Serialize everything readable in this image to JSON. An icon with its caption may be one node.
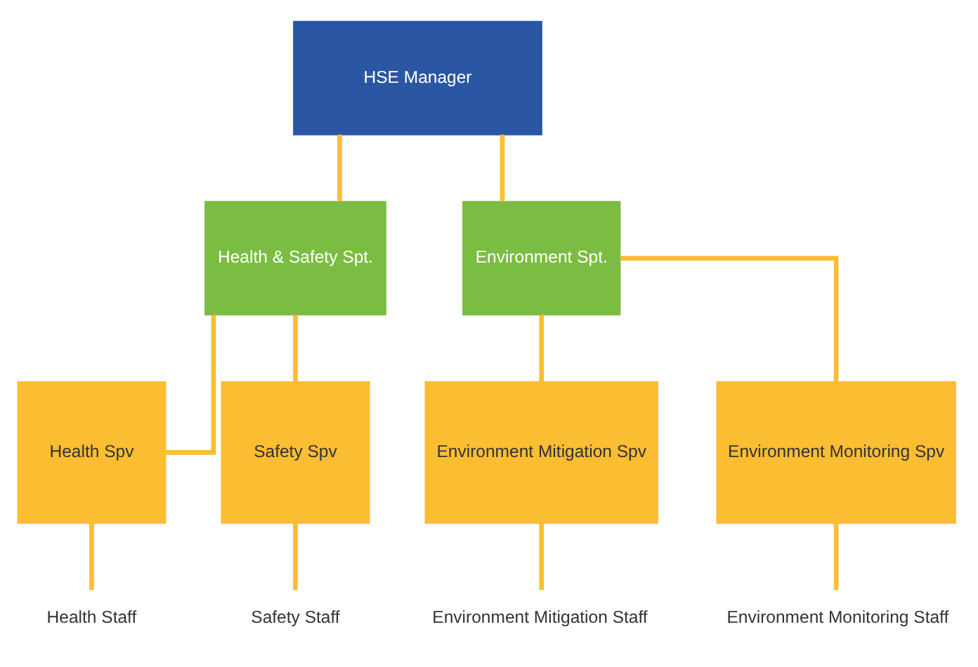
{
  "diagram": {
    "nodes": [
      {
        "text": [
          "HSE Manager"
        ]
      },
      {
        "text": [
          "Health & Safety Spt."
        ]
      },
      {
        "text": [
          "Environment Spt."
        ]
      },
      {
        "text": [
          "Health Spv"
        ]
      },
      {
        "text": [
          "Safety Spv"
        ]
      },
      {
        "text": [
          "Environment Mitigation Spv"
        ]
      },
      {
        "text": [
          "Environment Monitoring Spv"
        ]
      },
      {
        "text": [
          "Health Staff"
        ]
      },
      {
        "text": [
          "Safety Staff"
        ]
      },
      {
        "text": [
          "Environment Mitigation Staff"
        ]
      },
      {
        "text": [
          "Environment Monitoring Staff"
        ]
      }
    ],
    "edges": [
      {
        "from": 0,
        "to": 1,
        "arrow": "none"
      },
      {
        "from": 0,
        "to": 2,
        "arrow": "none"
      },
      {
        "from": 1,
        "to": 3,
        "arrow": "none"
      },
      {
        "from": 1,
        "to": 4,
        "arrow": "none"
      },
      {
        "from": 2,
        "to": 5,
        "arrow": "none"
      },
      {
        "from": 2,
        "to": 6,
        "arrow": "none"
      },
      {
        "from": 3,
        "to": 7,
        "arrow": "none"
      },
      {
        "from": 4,
        "to": 8,
        "arrow": "none"
      },
      {
        "from": 5,
        "to": 9,
        "arrow": "none"
      },
      {
        "from": 6,
        "to": 10,
        "arrow": "none"
      }
    ]
  }
}
